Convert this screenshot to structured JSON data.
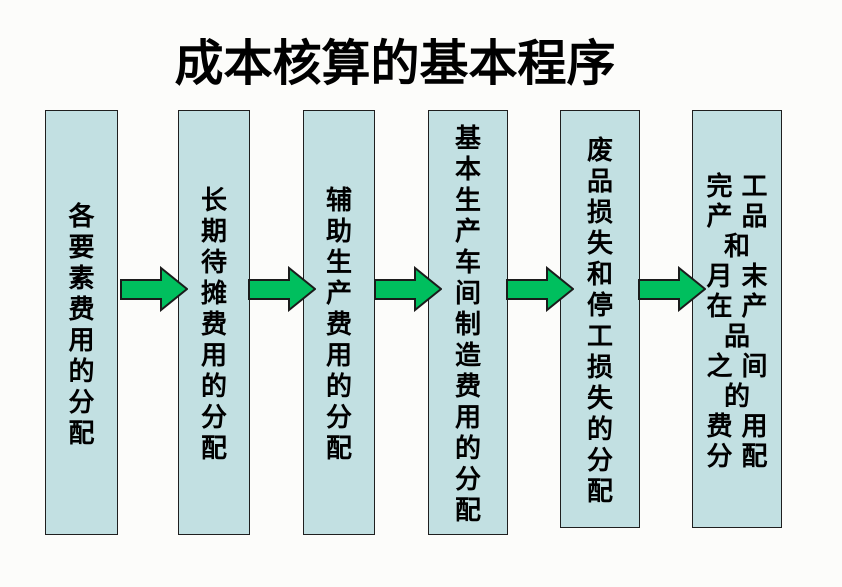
{
  "title": "成本核算的基本程序",
  "colors": {
    "background": "#fcfcfa",
    "box_fill": "#c2e0e2",
    "box_border": "#1f1f1f",
    "arrow_fill": "#00bf5e",
    "arrow_border": "#1b1b1b",
    "title_color": "#000000",
    "box_text_color": "#000000"
  },
  "boxes": [
    {
      "text": "各要素费用的分配",
      "lines": [
        "各",
        "要",
        "素",
        "费",
        "用",
        "的",
        "分",
        "配"
      ]
    },
    {
      "text": "长期待摊费用的分配",
      "lines": [
        "长",
        "期",
        "待",
        "摊",
        "费",
        "用",
        "的",
        "分",
        "配"
      ]
    },
    {
      "text": "辅助生产费用的分配",
      "lines": [
        "辅",
        "助",
        "生",
        "产",
        "费",
        "用",
        "的",
        "分",
        "配"
      ]
    },
    {
      "text": "基本生产车间制造费用的分配",
      "lines": [
        "基",
        "本",
        "生",
        "产",
        "车",
        "间",
        "制",
        "造",
        "费",
        "用",
        "的",
        "分",
        "配"
      ]
    },
    {
      "text": "废品损失和停工损失的分配",
      "lines": [
        "废",
        "品",
        "损",
        "失",
        "和",
        "停",
        "工",
        "损",
        "失",
        "的",
        "分",
        "配"
      ]
    },
    {
      "text": "完工产品和月末在产品之间的费用分配",
      "lines": [
        "完工",
        "产品",
        "和",
        "月末",
        "在产",
        "品",
        "之间",
        "的",
        "费用",
        "分配"
      ]
    }
  ],
  "arrows": [
    {
      "direction": "right"
    },
    {
      "direction": "right"
    },
    {
      "direction": "right"
    },
    {
      "direction": "right"
    },
    {
      "direction": "right"
    }
  ]
}
